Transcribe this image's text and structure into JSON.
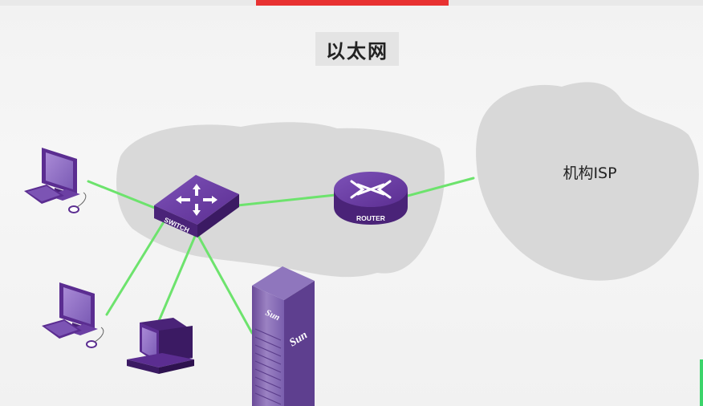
{
  "title": "以太网",
  "isp": {
    "label": "机构ISP"
  },
  "switch": {
    "label": "SWITCH"
  },
  "router": {
    "label": "ROUTER"
  },
  "server": {
    "brand": "Sun"
  },
  "colors": {
    "accent": "#e83232",
    "link": "#6de36d",
    "device": "#5b2d91",
    "cloud": "#d8d8d8",
    "edge_marker": "#3bd46a"
  },
  "icons": [
    "computer-icon",
    "switch-icon",
    "router-icon",
    "server-icon",
    "cloud-shape"
  ]
}
